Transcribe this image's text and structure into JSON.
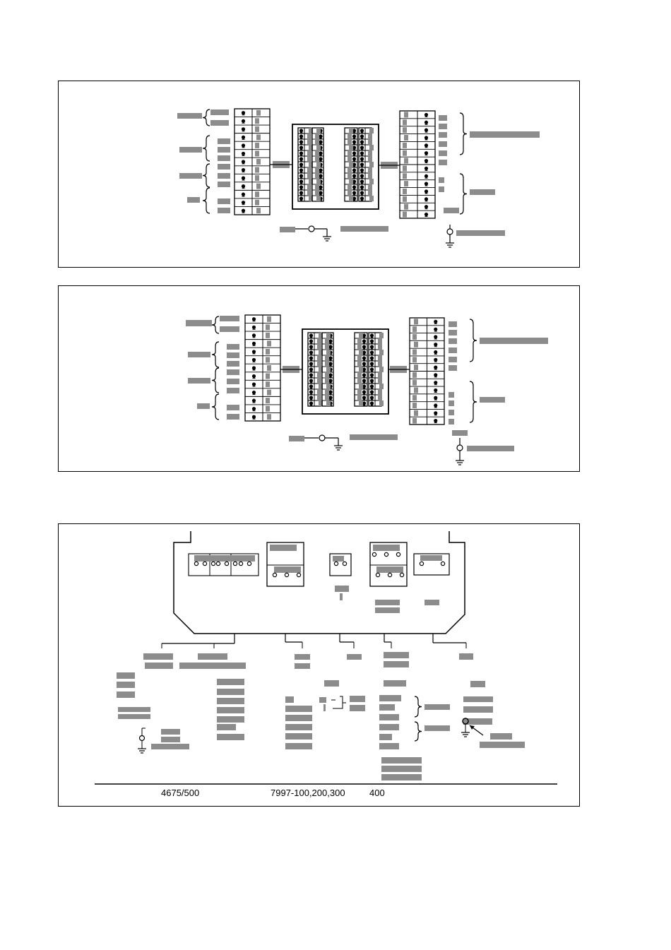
{
  "bottom_panel": {
    "part_number_left": "4675/500",
    "part_number_center": "7997-100,200,300",
    "part_number_right": "400"
  },
  "colors": {
    "redaction": "#8c8c8c",
    "line": "#000000"
  }
}
